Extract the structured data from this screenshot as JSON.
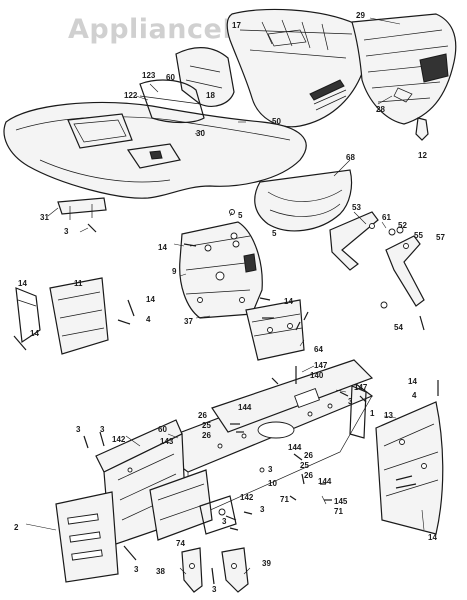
{
  "watermark": "AppliancePartsPros.com",
  "callouts": [
    "29",
    "17",
    "123",
    "60",
    "122",
    "18",
    "30",
    "50",
    "28",
    "12",
    "68",
    "31",
    "3",
    "5",
    "53",
    "61",
    "52",
    "55",
    "57",
    "14",
    "9",
    "5",
    "14",
    "14",
    "11",
    "14",
    "4",
    "37",
    "14",
    "54",
    "64",
    "147",
    "140",
    "147",
    "14",
    "4",
    "3",
    "1",
    "13",
    "144",
    "26",
    "25",
    "26",
    "3",
    "3",
    "142",
    "60",
    "143",
    "144",
    "26",
    "25",
    "26",
    "144",
    "3",
    "10",
    "71",
    "145",
    "71",
    "2",
    "74",
    "142",
    "3",
    "3",
    "38",
    "3",
    "39",
    "3",
    "14"
  ]
}
